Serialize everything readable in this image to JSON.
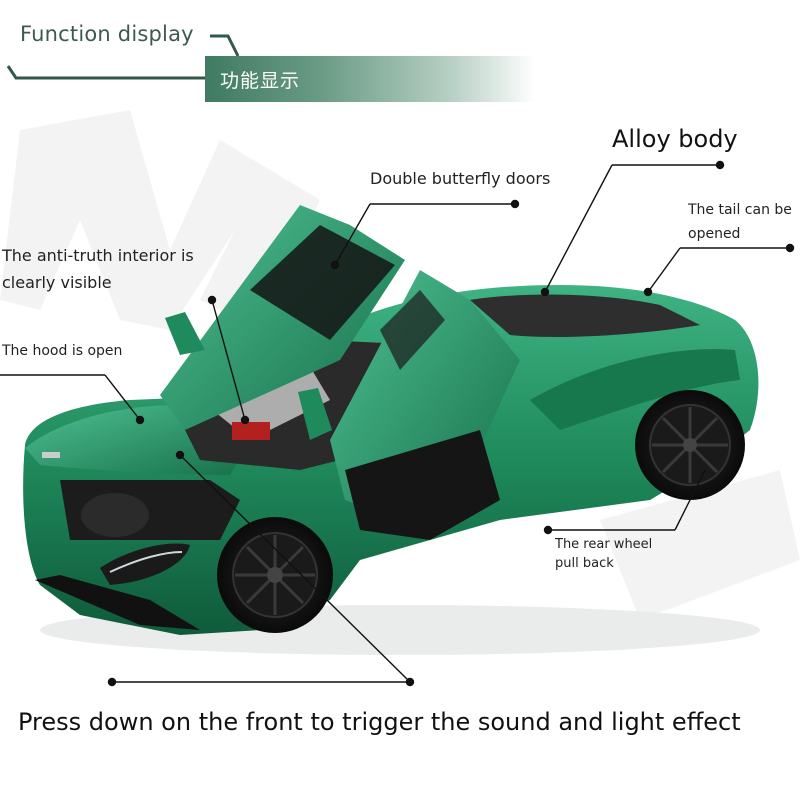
{
  "header": {
    "title_en": "Function display",
    "title_cn": "功能显示"
  },
  "callouts": {
    "alloy_body": "Alloy body",
    "double_doors": "Double butterfly doors",
    "tail": [
      "The tail can be",
      "opened"
    ],
    "interior": [
      "The anti-truth interior is",
      "clearly visible"
    ],
    "hood": "The hood is open",
    "rear_wheel": [
      "The rear wheel",
      "pull back"
    ]
  },
  "footer": {
    "caption": "Press down on the front to trigger the sound and light effect"
  },
  "colors": {
    "body_green": "#1f8a5c",
    "header_green": "#3f7a62"
  }
}
